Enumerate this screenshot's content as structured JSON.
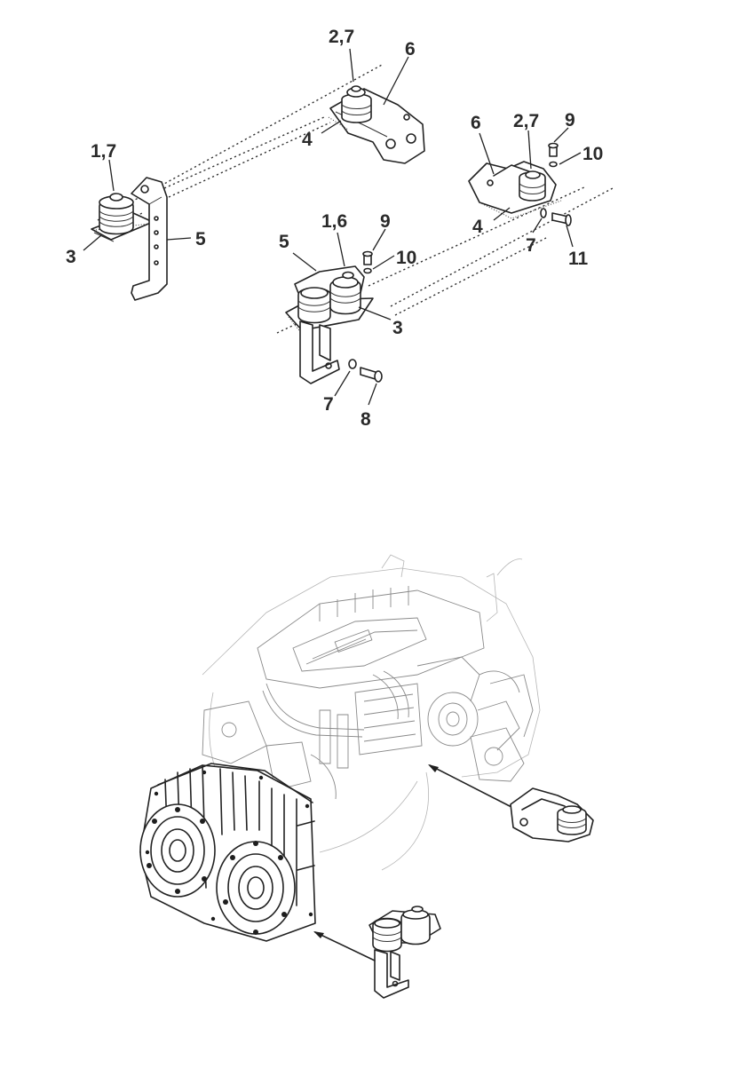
{
  "callouts": {
    "c27_top": "2,7",
    "c6_top": "6",
    "c4_top": "4",
    "c17": "1,7",
    "c5_left": "5",
    "c3_left": "3",
    "c6_right": "6",
    "c27_right": "2,7",
    "c9_right": "9",
    "c10_right": "10",
    "c4_right": "4",
    "c7_right": "7",
    "c11": "11",
    "c5_mid": "5",
    "c16": "1,6",
    "c9_mid": "9",
    "c10_mid": "10",
    "c3_mid": "3",
    "c7_mid": "7",
    "c8": "8"
  }
}
